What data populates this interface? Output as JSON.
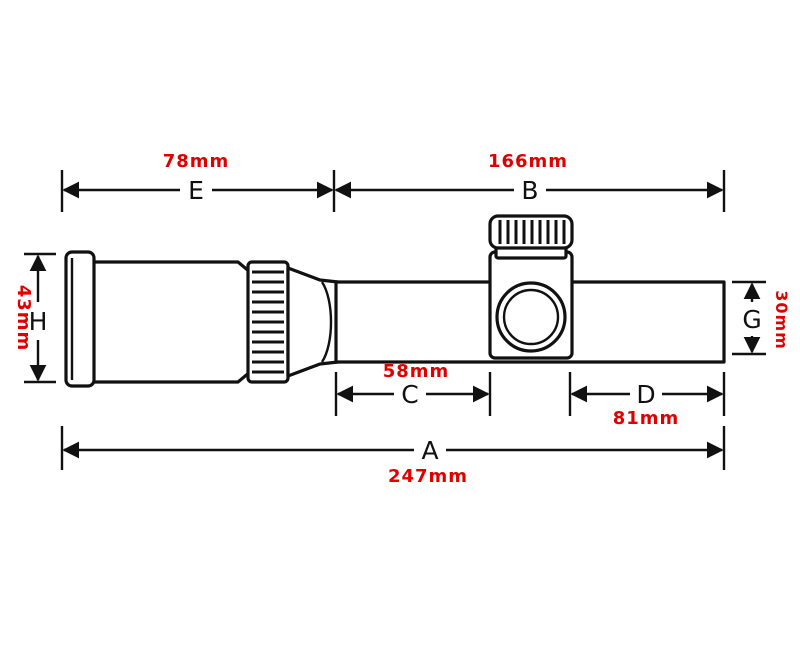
{
  "colors": {
    "measurement": "#e00000",
    "outline": "#111111",
    "background": "#ffffff"
  },
  "dimensions": {
    "E": {
      "letter": "E",
      "value": "78mm"
    },
    "B": {
      "letter": "B",
      "value": "166mm"
    },
    "H": {
      "letter": "H",
      "value": "43mm"
    },
    "G": {
      "letter": "G",
      "value": "30mm"
    },
    "C": {
      "letter": "C",
      "value": "58mm"
    },
    "D": {
      "letter": "D",
      "value": "81mm"
    },
    "A": {
      "letter": "A",
      "value": "247mm"
    }
  }
}
